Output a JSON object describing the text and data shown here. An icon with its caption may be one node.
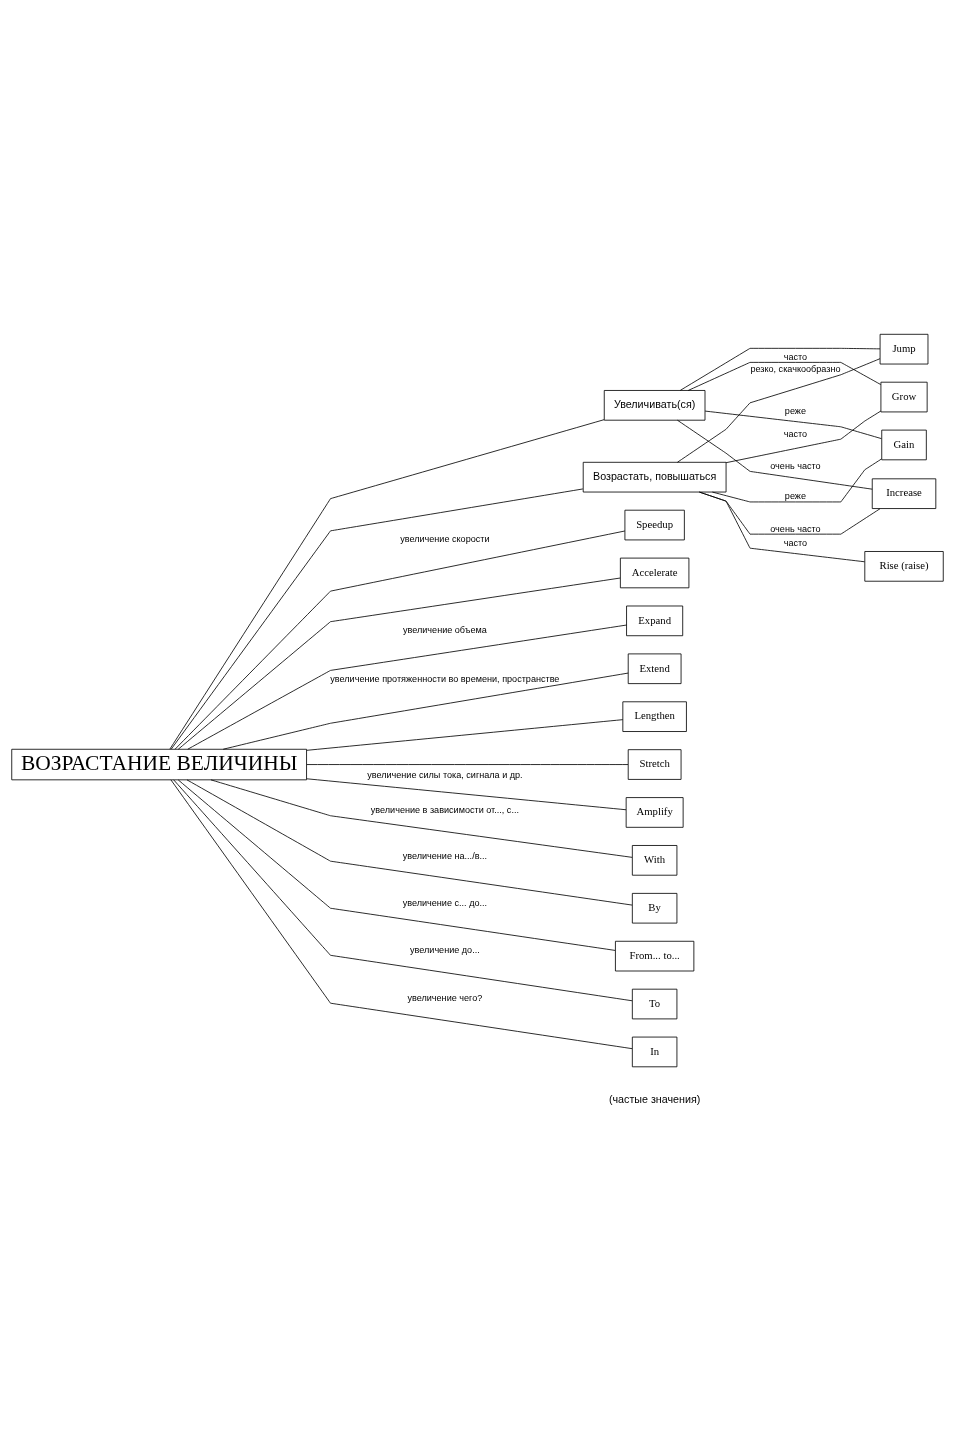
{
  "diagram": {
    "nodes": [
      {
        "text": [
          "ВОЗРАСТАНИЕ ВЕЛИЧИНЫ"
        ]
      },
      {
        "text": [
          "Возрастать, повышаться"
        ]
      },
      {
        "text": [
          "Увеличивать(ся)"
        ]
      },
      {
        "text": [
          "Rise (raise)"
        ]
      },
      {
        "text": [
          "Jump"
        ]
      },
      {
        "text": [
          "Increase"
        ]
      },
      {
        "text": [
          "Grow"
        ]
      },
      {
        "text": [
          "Gain"
        ]
      },
      {
        "text": [
          "Speedup"
        ]
      },
      {
        "text": [
          "Accelerate"
        ]
      },
      {
        "text": [
          "Expand"
        ]
      },
      {
        "text": [
          "Extend"
        ]
      },
      {
        "text": [
          "Lengthen"
        ]
      },
      {
        "text": [
          "Stretch"
        ]
      },
      {
        "text": [
          "Amplify"
        ]
      },
      {
        "text": [
          "With"
        ]
      },
      {
        "text": [
          "By"
        ]
      },
      {
        "text": [
          "From... to..."
        ]
      },
      {
        "text": [
          "To"
        ]
      },
      {
        "text": [
          "In"
        ]
      }
    ],
    "edges": [
      {
        "from": 0,
        "to": 1,
        "arrow": "none"
      },
      {
        "from": 0,
        "to": 2,
        "arrow": "none"
      },
      {
        "from": 1,
        "to": 3,
        "arrow": "none",
        "label": "часто"
      },
      {
        "from": 1,
        "to": 7,
        "arrow": "none",
        "label": "реже"
      },
      {
        "from": 1,
        "to": 6,
        "arrow": "none",
        "label": "часто"
      },
      {
        "from": 1,
        "to": 5,
        "arrow": "none",
        "label": "очень часто"
      },
      {
        "from": 1,
        "to": 4,
        "arrow": "none",
        "label": "резко, скачкообразно"
      },
      {
        "from": 2,
        "to": 4,
        "arrow": "none"
      },
      {
        "from": 2,
        "to": 5,
        "arrow": "none",
        "label": "очень часто"
      },
      {
        "from": 2,
        "to": 6,
        "arrow": "none",
        "label": "часто"
      },
      {
        "from": 2,
        "to": 7,
        "arrow": "none",
        "label": "реже"
      },
      {
        "from": 0,
        "to": 8,
        "arrow": "none",
        "label": "увеличение скорости"
      },
      {
        "from": 0,
        "to": 9,
        "arrow": "none"
      },
      {
        "from": 0,
        "to": 10,
        "arrow": "none",
        "label": "увеличение объема"
      },
      {
        "from": 0,
        "to": 11,
        "arrow": "none",
        "label": "увеличение протяженности во времени, пространстве"
      },
      {
        "from": 0,
        "to": 12,
        "arrow": "none"
      },
      {
        "from": 0,
        "to": 13,
        "arrow": "none"
      },
      {
        "from": 0,
        "to": 14,
        "arrow": "none",
        "label": "увеличение силы тока, сигнала и др."
      },
      {
        "from": 0,
        "to": 15,
        "arrow": "none",
        "label": "увеличение в зависимости от..., с..."
      },
      {
        "from": 0,
        "to": 16,
        "arrow": "none",
        "label": "увеличение на.../в..."
      },
      {
        "from": 0,
        "to": 17,
        "arrow": "none",
        "label": "увеличение с... до..."
      },
      {
        "from": 0,
        "to": 18,
        "arrow": "none",
        "label": "увеличение до..."
      },
      {
        "from": 0,
        "to": 19,
        "arrow": "none",
        "label": "увеличение чего?"
      }
    ],
    "labels": [
      "(частые значения)"
    ]
  }
}
